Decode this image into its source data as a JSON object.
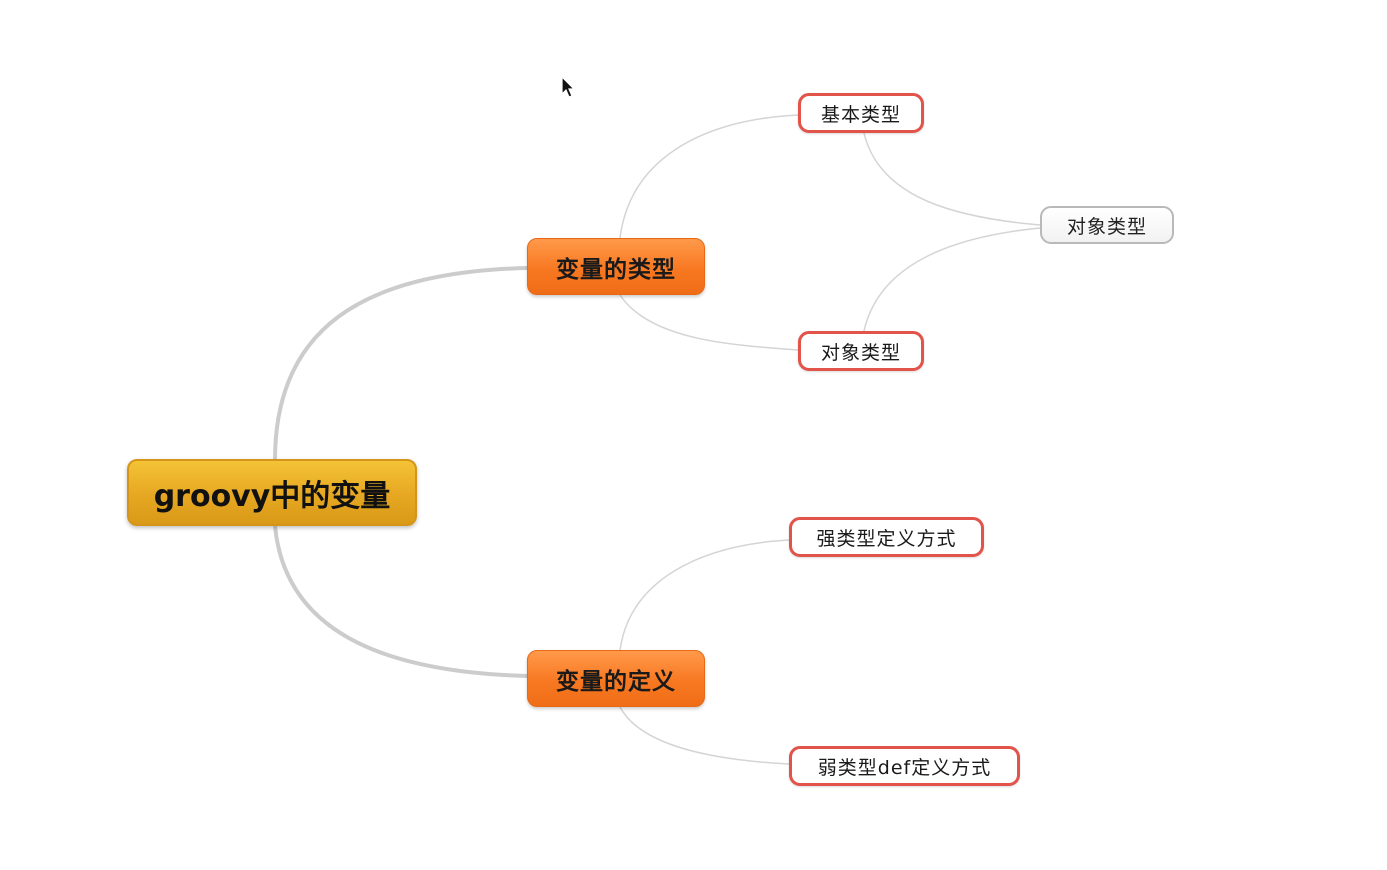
{
  "mindmap": {
    "root": {
      "label": "groovy中的变量"
    },
    "branches": [
      {
        "label": "变量的类型",
        "children": [
          {
            "label": "基本类型"
          },
          {
            "label": "对象类型"
          }
        ],
        "merge_node": {
          "label": "对象类型"
        }
      },
      {
        "label": "变量的定义",
        "children": [
          {
            "label": "强类型定义方式"
          },
          {
            "label": "弱类型def定义方式"
          }
        ]
      }
    ]
  },
  "colors": {
    "background": "#ffffff",
    "root_fill": "#e6a722",
    "main_fill": "#f87822",
    "leaf_border": "#e2534a",
    "grey_border": "#b9b9b9",
    "thick_link": "#cccccc",
    "thin_link": "#d4d4d4"
  },
  "icons": {
    "cursor": "mouse-pointer-icon"
  }
}
